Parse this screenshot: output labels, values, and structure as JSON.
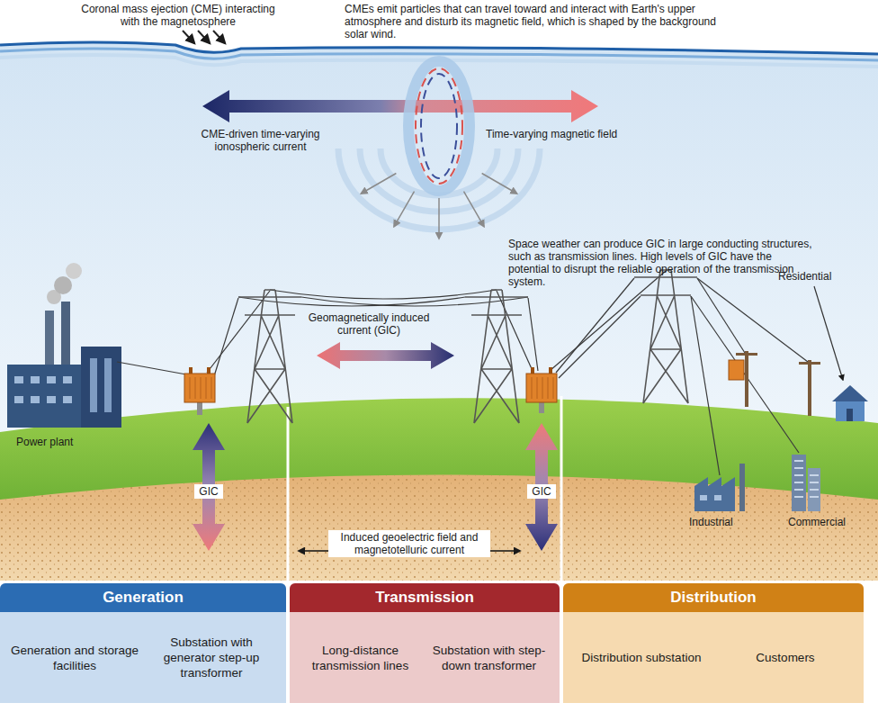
{
  "diagram": {
    "nodes": [
      {
        "text": [
          "Generation",
          "Generation and storage facilities",
          "Substation with generator step-up transformer"
        ]
      },
      {
        "text": [
          "Transmission",
          "Long-distance transmission lines",
          "Substation with step-down transformer"
        ]
      },
      {
        "text": [
          "Distribution",
          "Distribution substation",
          "Customers"
        ]
      }
    ],
    "labels": [
      "Coronal mass ejection (CME) interacting with the magnetosphere",
      "CMEs emit particles that can travel toward and interact with Earth's upper atmosphere and disturb its magnetic field, which is shaped by the background solar wind.",
      "CME-driven time-varying ionospheric current",
      "Time-varying magnetic field",
      "Space weather can produce GIC in large conducting structures, such as transmission lines. High levels of GIC have the potential to disrupt the reliable operation of the transmission system.",
      "Geomagnetically induced current (GIC)",
      "Residential",
      "Power plant",
      "GIC",
      "GIC",
      "Industrial",
      "Commercial",
      "Induced geoelectric field and magnetotelluric current"
    ]
  }
}
